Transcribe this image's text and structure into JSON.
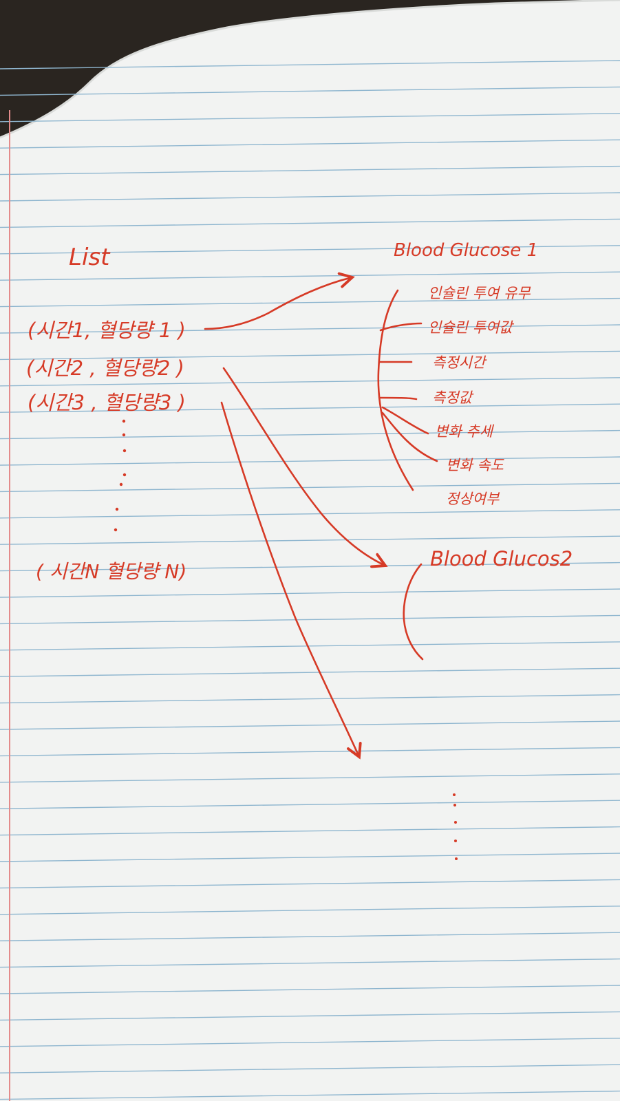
{
  "list": {
    "title": "List",
    "entries": [
      "(시간1, 혈당량 1 )",
      "(시간2 , 혈당량2 )",
      "(시간3 , 혈당량3 )"
    ],
    "last_entry": "( 시간N    혈당량 N)"
  },
  "blood_glucose_1": {
    "title": "Blood Glucose 1",
    "fields": [
      "인슐린 투여 유무",
      "인슐린 투여값",
      "측정시간",
      "측정값",
      "변화 추세",
      "변화 속도",
      "정상여부"
    ]
  },
  "blood_glucose_2": {
    "title": "Blood Glucos2"
  },
  "colors": {
    "ink": "#d63a26",
    "paper": "#f3f4f3",
    "rule_lines": "#8fb6cf",
    "margin_line": "#e38b8b"
  }
}
